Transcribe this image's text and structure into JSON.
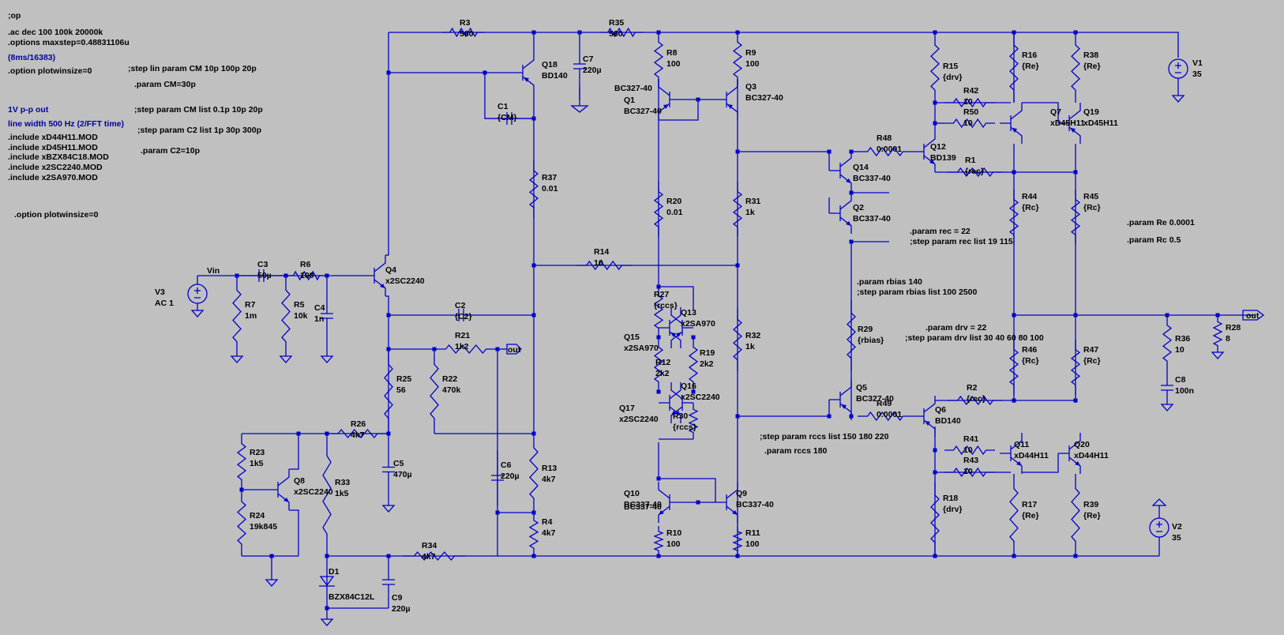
{
  "directives": [
    {
      "text": ";op",
      "blue": false
    },
    {
      "text": ".ac dec 100 100k 20000k",
      "blue": false
    },
    {
      "text": ".options maxstep=0.48831106u",
      "blue": false
    },
    {
      "text": "(8ms/16383)",
      "blue": true
    },
    {
      "text": ".option plotwinsize=0",
      "blue": false
    },
    {
      "text": ";step lin param CM 10p 100p 20p",
      "blue": false
    },
    {
      "text": ".param CM=30p",
      "blue": false
    },
    {
      "text": "1V p-p out",
      "blue": true
    },
    {
      "text": "line width 500 Hz (2/FFT time)",
      "blue": true
    },
    {
      "text": ";step param CM list 0.1p 10p 20p",
      "blue": false
    },
    {
      "text": ";step param C2 list 1p 30p 300p",
      "blue": false
    },
    {
      "text": ".param C2=10p",
      "blue": false
    },
    {
      "text": ".include xD44H11.MOD",
      "blue": false
    },
    {
      "text": ".include xD45H11.MOD",
      "blue": false
    },
    {
      "text": ".include xBZX84C18.MOD",
      "blue": false
    },
    {
      "text": ".include x2SC2240.MOD",
      "blue": false
    },
    {
      "text": ".include x2SA970.MOD",
      "blue": false
    },
    {
      "text": ".option plotwinsize=0",
      "blue": false
    },
    {
      "text": ".param rec = 22",
      "blue": false
    },
    {
      "text": ";step param rec list 19 115",
      "blue": false
    },
    {
      "text": ".param rbias 140",
      "blue": false
    },
    {
      "text": ";step param rbias list 100 2500",
      "blue": false
    },
    {
      "text": ".param Re 0.0001",
      "blue": false
    },
    {
      "text": ".param Rc 0.5",
      "blue": false
    },
    {
      "text": ".param drv = 22",
      "blue": false
    },
    {
      "text": ";step param drv list 30 40 60 80 100",
      "blue": false
    },
    {
      "text": ";step param rccs list 150 180 220",
      "blue": false
    },
    {
      "text": ".param rccs 180",
      "blue": false
    }
  ],
  "components": [
    {
      "ref": "R3",
      "value": "560"
    },
    {
      "ref": "R35",
      "value": "560"
    },
    {
      "ref": "C7",
      "value": "220µ"
    },
    {
      "ref": "Q18",
      "model": "BD140"
    },
    {
      "ref": "C1",
      "value": "{CM}"
    },
    {
      "ref": "R37",
      "value": "0.01"
    },
    {
      "ref": "R8",
      "value": "100"
    },
    {
      "ref": "R9",
      "value": "100"
    },
    {
      "ref": "Q1",
      "model": "BC327-40"
    },
    {
      "ref": "Q3",
      "model": "BC327-40"
    },
    {
      "ref": "R20",
      "value": "0.01"
    },
    {
      "ref": "R31",
      "value": "1k"
    },
    {
      "ref": "R14",
      "value": "10"
    },
    {
      "ref": "R32",
      "value": "1k"
    },
    {
      "ref": "R27",
      "value": "{rccs}"
    },
    {
      "ref": "Q15",
      "model": "x2SA970"
    },
    {
      "ref": "Q13",
      "model": "x2SA970"
    },
    {
      "ref": "R12",
      "value": "2k2"
    },
    {
      "ref": "R19",
      "value": "2k2"
    },
    {
      "ref": "Q16",
      "model": "x2SC2240"
    },
    {
      "ref": "Q17",
      "model": "x2SC2240"
    },
    {
      "ref": "R30",
      "value": "{rccs}"
    },
    {
      "ref": "Q10",
      "model": "BC337-40"
    },
    {
      "ref": "Q9",
      "model": "BC337-40"
    },
    {
      "ref": "R10",
      "value": "100"
    },
    {
      "ref": "R11",
      "value": "100"
    },
    {
      "ref": "V3",
      "value": "AC 1"
    },
    {
      "ref": "C3",
      "value": "50µ"
    },
    {
      "ref": "R6",
      "value": "100"
    },
    {
      "ref": "R7",
      "value": "1m"
    },
    {
      "ref": "R5",
      "value": "10k"
    },
    {
      "ref": "C4",
      "value": "1n"
    },
    {
      "ref": "Q4",
      "model": "x2SC2240"
    },
    {
      "ref": "C2",
      "value": "{C2}"
    },
    {
      "ref": "R21",
      "value": "1k2"
    },
    {
      "ref": "R22",
      "value": "470k"
    },
    {
      "ref": "R25",
      "value": "56"
    },
    {
      "ref": "R26",
      "value": "4k7"
    },
    {
      "ref": "C5",
      "value": "470µ"
    },
    {
      "ref": "C6",
      "value": "220µ"
    },
    {
      "ref": "R13",
      "value": "4k7"
    },
    {
      "ref": "R4",
      "value": "4k7"
    },
    {
      "ref": "R23",
      "value": "1k5"
    },
    {
      "ref": "R24",
      "value": "19k845"
    },
    {
      "ref": "Q8",
      "model": "x2SC2240"
    },
    {
      "ref": "R33",
      "value": "1k5"
    },
    {
      "ref": "R34",
      "value": "4k7"
    },
    {
      "ref": "D1",
      "model": "BZX84C12L"
    },
    {
      "ref": "C9",
      "value": "220µ"
    },
    {
      "ref": "Q14",
      "model": "BC337-40"
    },
    {
      "ref": "Q2",
      "model": "BC337-40"
    },
    {
      "ref": "R48",
      "value": "0.0001"
    },
    {
      "ref": "Q12",
      "model": "BD139"
    },
    {
      "ref": "R29",
      "value": "{rbias}"
    },
    {
      "ref": "Q5",
      "model": "BC327-40"
    },
    {
      "ref": "R49",
      "value": "0.0001"
    },
    {
      "ref": "Q6",
      "model": "BD140"
    },
    {
      "ref": "R15",
      "value": "{drv}"
    },
    {
      "ref": "R42",
      "value": "10"
    },
    {
      "ref": "R50",
      "value": "10"
    },
    {
      "ref": "Q7",
      "model": "xD45H11"
    },
    {
      "ref": "R1",
      "value": "{rec}"
    },
    {
      "ref": "R16",
      "value": "{Re}"
    },
    {
      "ref": "R38",
      "value": "{Re}"
    },
    {
      "ref": "Q19",
      "model": "xD45H11"
    },
    {
      "ref": "R44",
      "value": "{Rc}"
    },
    {
      "ref": "R45",
      "value": "{Rc}"
    },
    {
      "ref": "R46",
      "value": "{Rc}"
    },
    {
      "ref": "R47",
      "value": "{Rc}"
    },
    {
      "ref": "R2",
      "value": "{rec}"
    },
    {
      "ref": "R41",
      "value": "10"
    },
    {
      "ref": "R43",
      "value": "10"
    },
    {
      "ref": "Q11",
      "model": "xD44H11"
    },
    {
      "ref": "Q20",
      "model": "xD44H11"
    },
    {
      "ref": "R18",
      "value": "{drv}"
    },
    {
      "ref": "R17",
      "value": "{Re}"
    },
    {
      "ref": "R39",
      "value": "{Re}"
    },
    {
      "ref": "V1",
      "value": "35"
    },
    {
      "ref": "V2",
      "value": "35"
    },
    {
      "ref": "R36",
      "value": "10"
    },
    {
      "ref": "C8",
      "value": "100n"
    },
    {
      "ref": "R28",
      "value": "8"
    }
  ],
  "nets": {
    "vin": "Vin",
    "out": "out"
  },
  "colors": {
    "wire": "#0000cc",
    "background": "#c0c0c0",
    "text": "#000000",
    "comment_blue": "#0000a0"
  }
}
